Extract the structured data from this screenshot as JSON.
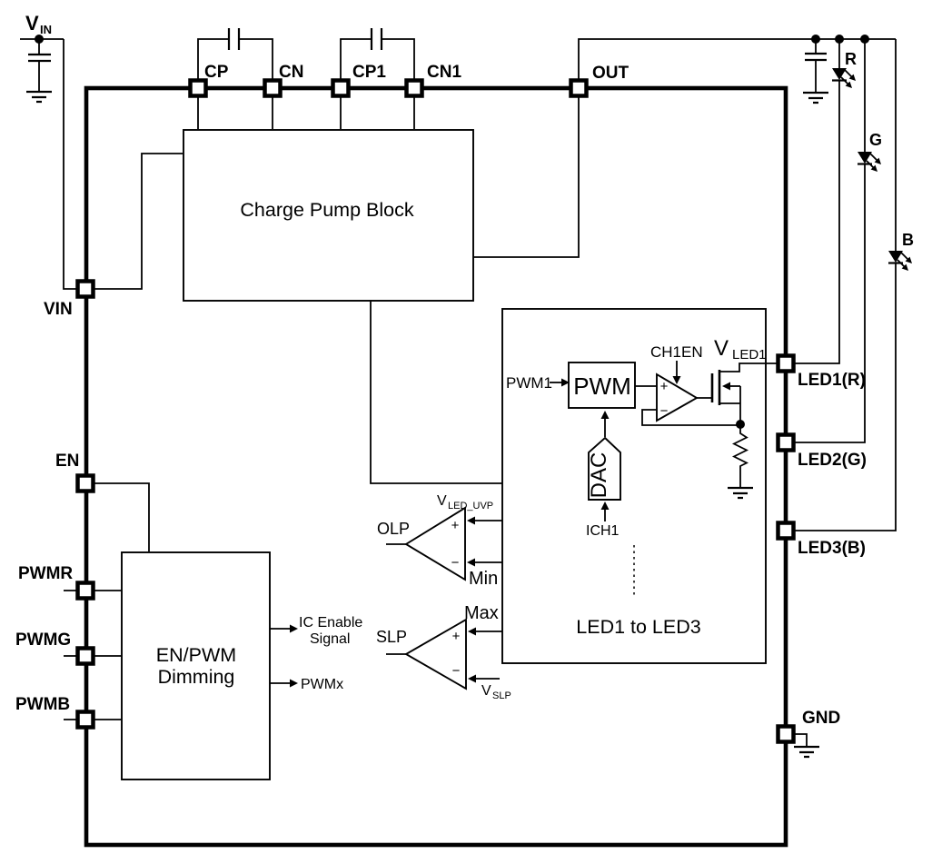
{
  "diagram": {
    "supply": {
      "v": "V",
      "sub": "IN"
    },
    "pins": {
      "cp": "CP",
      "cn": "CN",
      "cp1": "CP1",
      "cn1": "CN1",
      "out": "OUT",
      "vin": "VIN",
      "en": "EN",
      "pwmr": "PWMR",
      "pwmg": "PWMG",
      "pwmb": "PWMB",
      "led1": "LED1(R)",
      "led2": "LED2(G)",
      "led3": "LED3(B)",
      "gnd": "GND"
    },
    "leds": {
      "r": "R",
      "g": "G",
      "b": "B"
    },
    "blocks": {
      "charge_pump": "Charge Pump Block",
      "dimming_line1": "EN/PWM",
      "dimming_line2": "Dimming",
      "led_channels": "LED1 to LED3",
      "pwm": "PWM",
      "dac": "DAC"
    },
    "signals": {
      "pwm1": "PWM1",
      "ch1en": "CH1EN",
      "ich1": "ICH1",
      "v_led1": {
        "v": "V",
        "sub": "LED1"
      },
      "v_led_uvp": {
        "v": "V",
        "sub": "LED_UVP"
      },
      "v_slp": {
        "v": "V",
        "sub": "SLP"
      },
      "min": "Min",
      "max": "Max",
      "olp": "OLP",
      "slp": "SLP",
      "ic_enable_line1": "IC Enable",
      "ic_enable_line2": "Signal",
      "pwmx": "PWMx",
      "plus": "+",
      "minus": "−"
    },
    "colors": {
      "line": "#000000",
      "background": "#ffffff"
    }
  }
}
